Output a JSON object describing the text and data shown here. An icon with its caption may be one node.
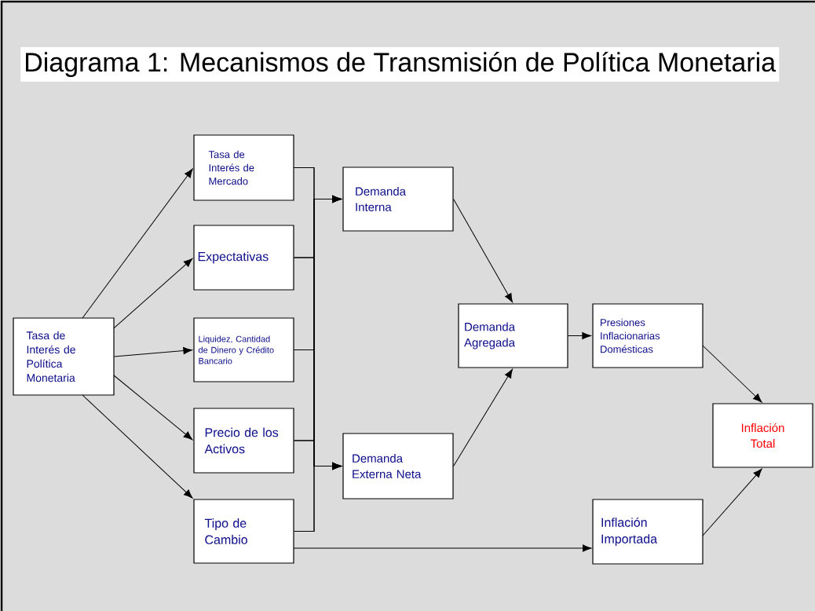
{
  "diagram": {
    "title": "Diagrama 1: Mecanismos de Transmisión de Política Monetaria",
    "nodes": [
      {
        "text": [
          "Tasa de Interés de Política Monetaria"
        ]
      },
      {
        "text": [
          "Tasa de Interés de Mercado"
        ]
      },
      {
        "text": [
          "Expectativas"
        ]
      },
      {
        "text": [
          "Liquidez, Cantidad de Dinero y Crédito Bancario"
        ]
      },
      {
        "text": [
          "Precio de los Activos"
        ]
      },
      {
        "text": [
          "Tipo de Cambio"
        ]
      },
      {
        "text": [
          "Demanda Interna"
        ]
      },
      {
        "text": [
          "Demanda Externa Neta"
        ]
      },
      {
        "text": [
          "Demanda Agregada"
        ]
      },
      {
        "text": [
          "Presiones Inflacionarias Domésticas"
        ]
      },
      {
        "text": [
          "Inflación Total"
        ]
      },
      {
        "text": [
          "Inflación Importada"
        ]
      }
    ],
    "edges": [
      {
        "from": 0,
        "to": 1,
        "arrow": "to"
      },
      {
        "from": 0,
        "to": 2,
        "arrow": "to"
      },
      {
        "from": 0,
        "to": 3,
        "arrow": "to"
      },
      {
        "from": 0,
        "to": 4,
        "arrow": "to"
      },
      {
        "from": 0,
        "to": 5,
        "arrow": "to"
      },
      {
        "from": 1,
        "to": 6,
        "arrow": "to"
      },
      {
        "from": 2,
        "to": 6,
        "arrow": "to"
      },
      {
        "from": 3,
        "to": 6,
        "arrow": "to"
      },
      {
        "from": 4,
        "to": 6,
        "arrow": "to"
      },
      {
        "from": 5,
        "to": 6,
        "arrow": "to"
      },
      {
        "from": 1,
        "to": 7,
        "arrow": "to"
      },
      {
        "from": 2,
        "to": 7,
        "arrow": "to"
      },
      {
        "from": 3,
        "to": 7,
        "arrow": "to"
      },
      {
        "from": 4,
        "to": 7,
        "arrow": "to"
      },
      {
        "from": 5,
        "to": 7,
        "arrow": "to"
      },
      {
        "from": 6,
        "to": 8,
        "arrow": "to"
      },
      {
        "from": 7,
        "to": 8,
        "arrow": "to"
      },
      {
        "from": 8,
        "to": 9,
        "arrow": "to"
      },
      {
        "from": 9,
        "to": 10,
        "arrow": "to"
      },
      {
        "from": 11,
        "to": 10,
        "arrow": "to"
      },
      {
        "from": 5,
        "to": 11,
        "arrow": "to"
      }
    ]
  }
}
